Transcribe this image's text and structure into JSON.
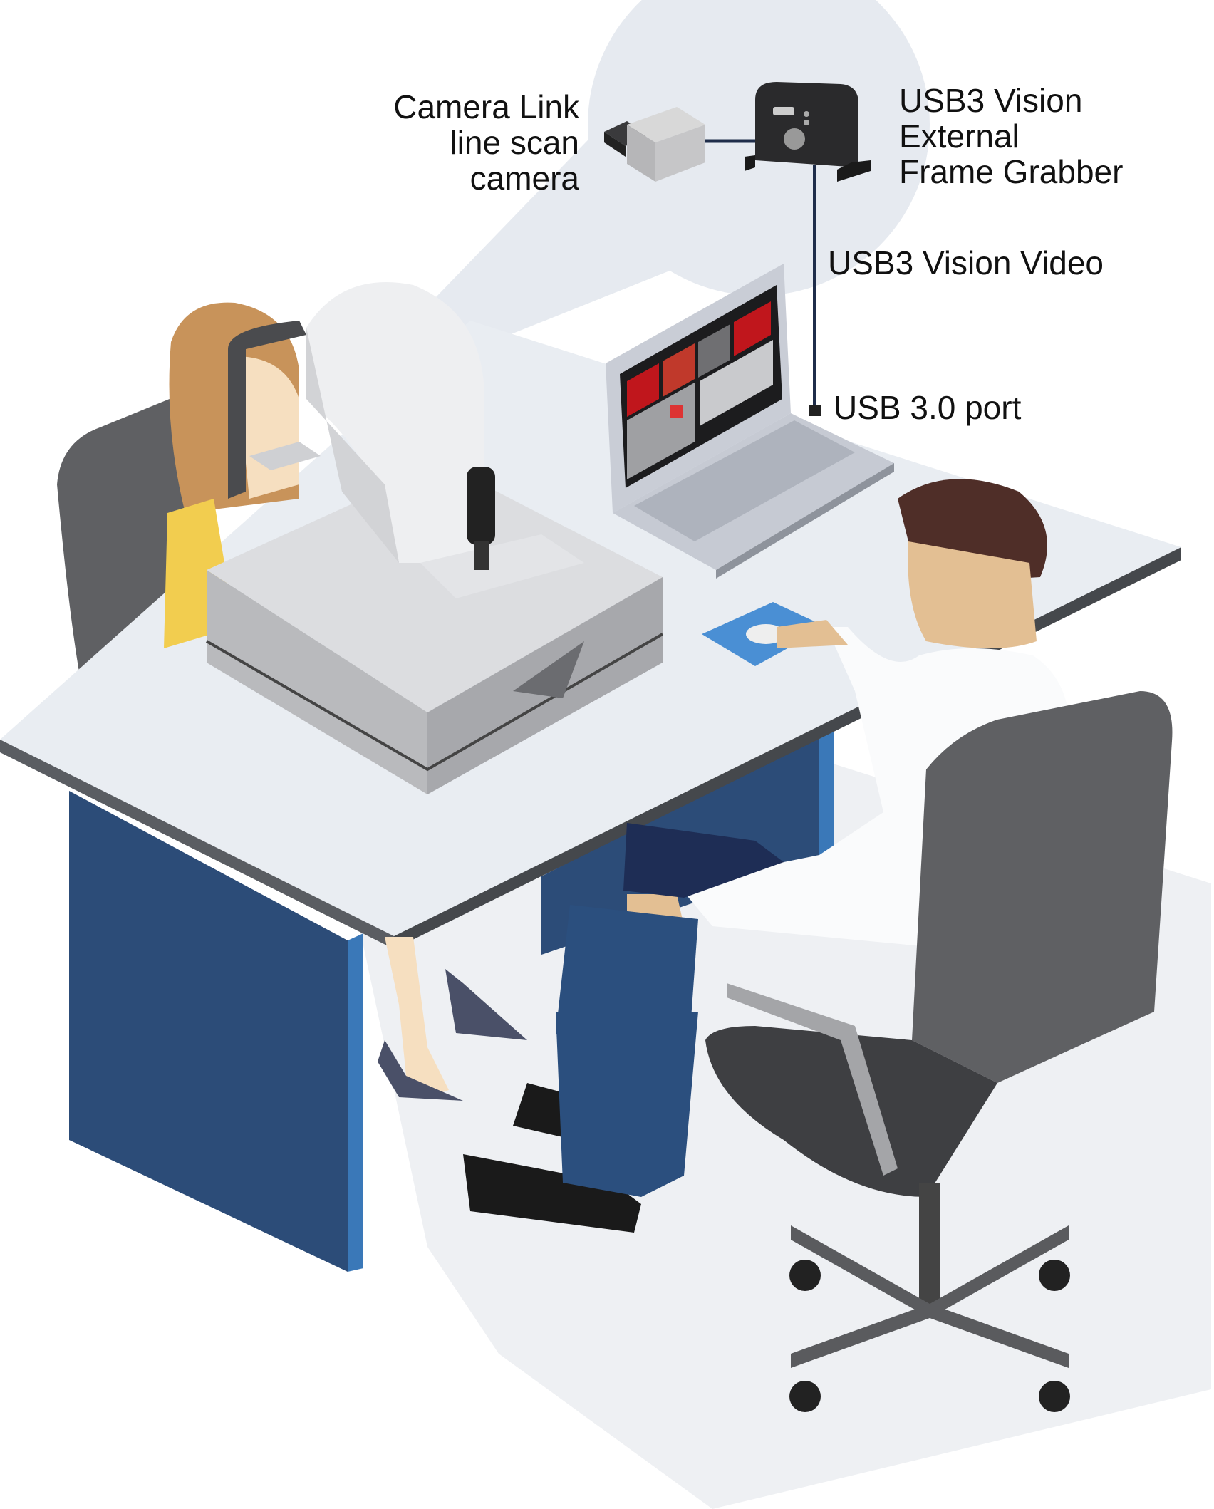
{
  "labels": {
    "camera": [
      "Camera Link",
      "line scan",
      "camera"
    ],
    "grabber": [
      "USB3 Vision",
      "External",
      "Frame Grabber"
    ],
    "video": "USB3 Vision Video",
    "port": "USB 3.0 port"
  },
  "colors": {
    "bubble": "#e6eaf0",
    "desk_top": "#e9edf2",
    "desk_edge": "#5a5d62",
    "desk_leg": "#2c4c78",
    "desk_leg_edge": "#3a78b8",
    "cable": "#1f2d4a",
    "screen_red": "#c0161c",
    "mousepad": "#4a8fd4",
    "chair": "#5f6063",
    "patient_hair": "#c8935a",
    "patient_top": "#f2cd4f",
    "doctor_hair": "#4f2e28",
    "skin": "#e9c49a",
    "trousers": "#2b4f7e"
  }
}
